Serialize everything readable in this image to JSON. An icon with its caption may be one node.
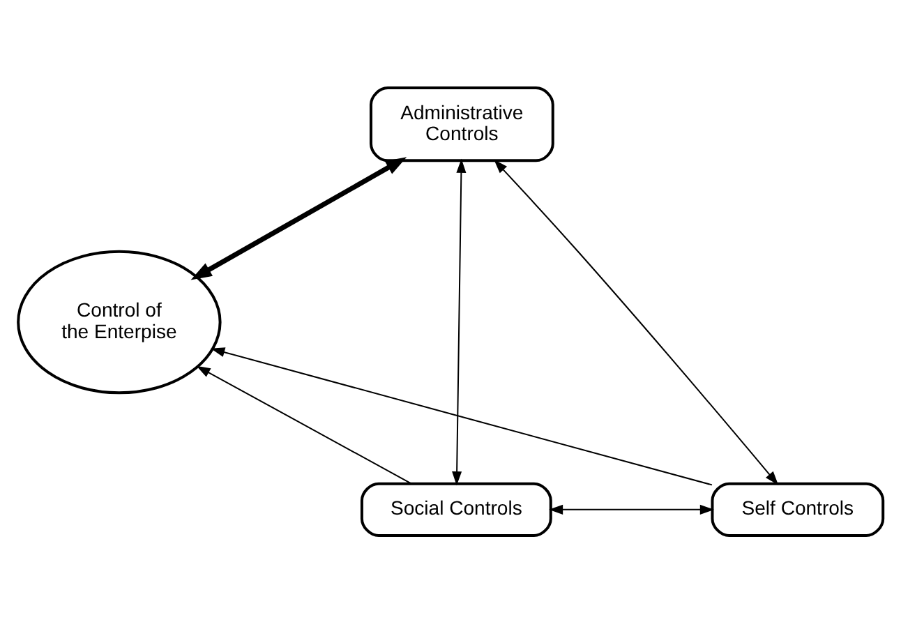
{
  "diagram": {
    "nodes": [
      {
        "text": [
          "Administrative Controls"
        ]
      },
      {
        "text": [
          "Control of the Enterpise"
        ]
      },
      {
        "text": [
          "Social Controls"
        ]
      },
      {
        "text": [
          "Self Controls"
        ]
      }
    ],
    "edges": [
      {
        "from": 0,
        "to": 1,
        "arrow": "both",
        "style": "thick"
      },
      {
        "from": 0,
        "to": 2,
        "arrow": "both"
      },
      {
        "from": 0,
        "to": 3,
        "arrow": "both"
      },
      {
        "from": 2,
        "to": 1,
        "arrow": "to"
      },
      {
        "from": 3,
        "to": 1,
        "arrow": "to"
      },
      {
        "from": 2,
        "to": 3,
        "arrow": "both"
      }
    ]
  }
}
